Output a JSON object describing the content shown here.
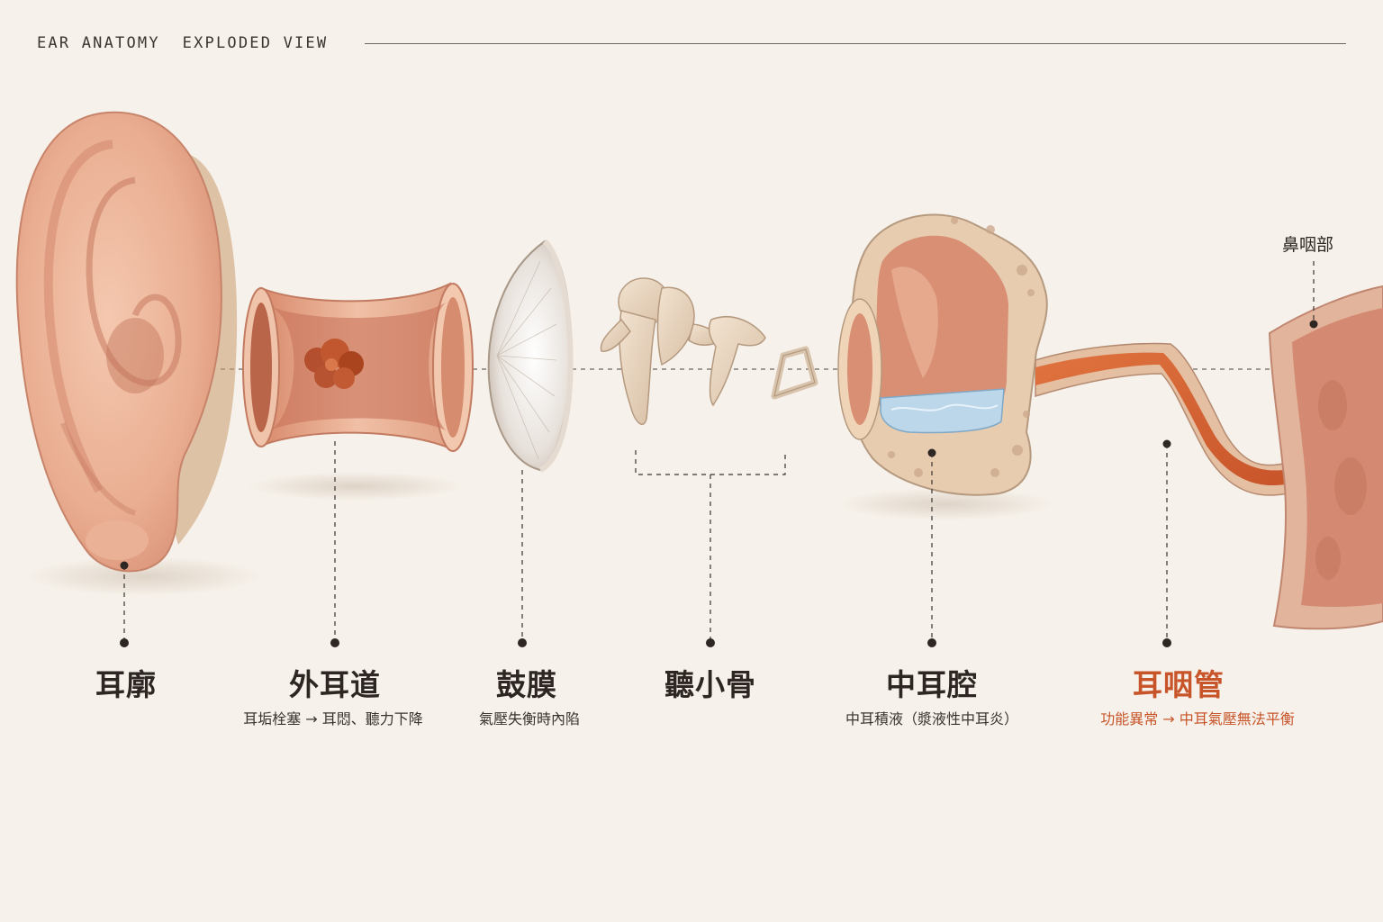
{
  "header": {
    "title": "EAR ANATOMY  EXPLODED VIEW"
  },
  "parts": [
    {
      "label": "耳廓",
      "sub": ""
    },
    {
      "label": "外耳道",
      "sub": "耳垢栓塞 → 耳悶、聽力下降"
    },
    {
      "label": "鼓膜",
      "sub": "氣壓失衡時內陷"
    },
    {
      "label": "聽小骨",
      "sub": ""
    },
    {
      "label": "中耳腔",
      "sub": "中耳積液（漿液性中耳炎）"
    },
    {
      "label": "耳咽管",
      "sub": "功能異常 → 中耳氣壓無法平衡",
      "highlight": true
    }
  ],
  "nasopharynx": {
    "label": "鼻咽部"
  },
  "colors": {
    "accent": "#c8552a",
    "skin": "#eab196",
    "bone": "#eddcc8",
    "fluid": "#bcd6ea",
    "background": "#f6f1ea"
  }
}
